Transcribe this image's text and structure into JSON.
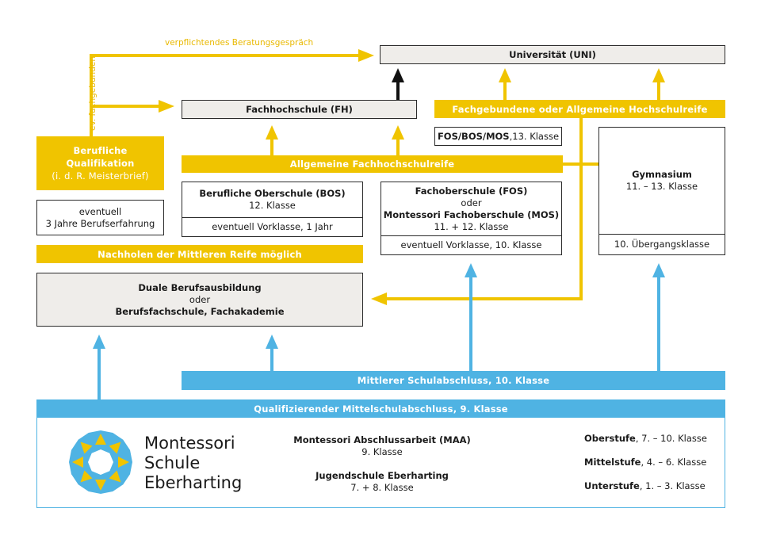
{
  "colors": {
    "yellow": "#f0c400",
    "blue": "#4fb3e3",
    "grey": "#efedea",
    "black": "#111111"
  },
  "notes": {
    "beratung": "verpflichtendes Beratungsgespräch",
    "fachgebunden": "ev. fachgebunden"
  },
  "boxes": {
    "uni": "Universität (UNI)",
    "fh": "Fachhochschule (FH)",
    "fos_bos_mos": {
      "bold": "FOS/BOS/MOS",
      "rest": ",13. Klasse"
    },
    "berufliche_qualifikation": {
      "title1": "Berufliche",
      "title2": "Qualifikation",
      "sub": "(i. d. R. Meisterbrief)"
    },
    "berufserfahrung": {
      "line1": "eventuell",
      "line2": "3 Jahre Berufserfahrung"
    },
    "bos": {
      "title": "Berufliche Oberschule (BOS)",
      "class": "12. Klasse",
      "footer": "eventuell Vorklasse, 1 Jahr"
    },
    "fos": {
      "title": "Fachoberschule (FOS)",
      "oder": "oder",
      "title2": "Montessori Fachoberschule (MOS)",
      "class": "11. + 12. Klasse",
      "footer": "eventuell Vorklasse, 10. Klasse"
    },
    "gymnasium": {
      "title": "Gymnasium",
      "class": "11. – 13. Klasse",
      "footer": "10. Übergangsklasse"
    },
    "duale": {
      "title": "Duale Berufsausbildung",
      "oder": "oder",
      "title2": "Berufsfachschule, Fachakademie"
    }
  },
  "bars": {
    "hochschulreife": "Fachgebundene oder Allgemeine Hochschulreife",
    "fachhochschulreife": "Allgemeine Fachhochschulreife",
    "mittlere_reife": "Nachholen der Mittleren Reife möglich",
    "mittlerer_abschluss": "Mittlerer Schulabschluss, 10. Klasse",
    "quali": "Qualifizierender Mittelschulabschluss, 9. Klasse"
  },
  "school": {
    "logo_lines": [
      "Montessori",
      "Schule",
      "Eberharting"
    ],
    "maa_title": "Montessori Abschlussarbeit (MAA)",
    "maa_class": "9. Klasse",
    "jugend_title": "Jugendschule Eberharting",
    "jugend_class": "7. + 8. Klasse",
    "stufen": [
      {
        "name": "Oberstufe",
        "range": ", 7. – 10. Klasse"
      },
      {
        "name": "Mittelstufe",
        "range": ", 4. – 6. Klasse"
      },
      {
        "name": "Unterstufe",
        "range": ", 1. – 3. Klasse"
      }
    ]
  }
}
